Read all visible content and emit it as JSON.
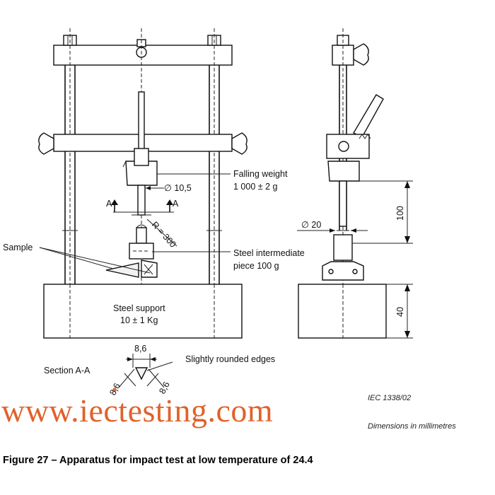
{
  "labels": {
    "falling_weight": "Falling weight",
    "falling_weight_mass": "1 000 ± 2 g",
    "diameter_weight": "∅ 10,5",
    "section_mark_left": "A",
    "section_mark_right": "A",
    "radius": "R = 300",
    "sample": "Sample",
    "steel_intermediate": "Steel intermediate",
    "steel_intermediate_mass": "piece 100 g",
    "steel_support": "Steel support",
    "steel_support_mass": "10 ± 1 Kg",
    "diameter_20": "∅ 20",
    "dim_100": "100",
    "dim_40": "40",
    "section_title": "Section A-A",
    "section_top": "8,6",
    "section_left": "8,6",
    "section_right": "8,6",
    "rounded_edges": "Slightly rounded edges",
    "iec_ref": "IEC   1338/02",
    "dimensions_note": "Dimensions in millimetres"
  },
  "watermark": "www.iectesting.com",
  "caption": "Figure 27 – Apparatus for impact test at low temperature of 24.4",
  "colors": {
    "watermark": "#e0622a",
    "line": "#111111"
  }
}
